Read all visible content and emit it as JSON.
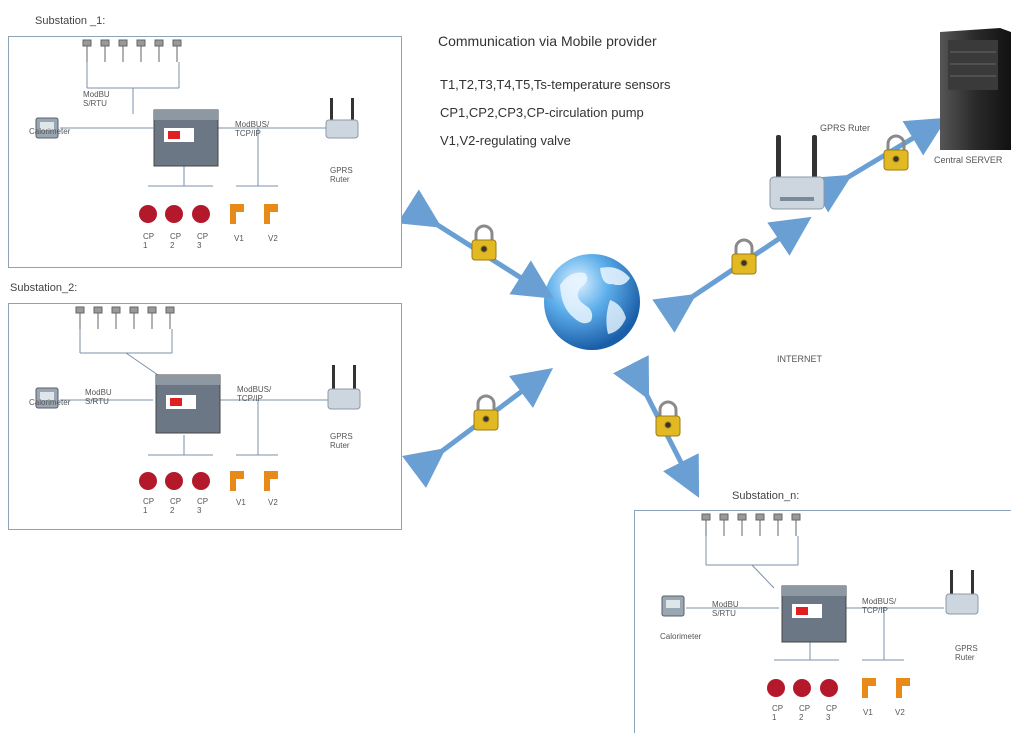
{
  "colors": {
    "box_border": "#8fa3b8",
    "arrow": "#6a9fd4",
    "pump_red": "#b3182b",
    "valve_orange": "#e88a1a",
    "lock_gold": "#e2b823"
  },
  "legend": {
    "heading": "Communication via Mobile provider",
    "line1": "T1,T2,T3,T4,T5,Ts-temperature sensors",
    "line2": "CP1,CP2,CP3,CP-circulation pump",
    "line3": "V1,V2-regulating valve"
  },
  "internet_label": "INTERNET",
  "server": {
    "label": "Central SERVER",
    "router_label": "GPRS Ruter"
  },
  "substations": [
    {
      "title": "Substation _1:"
    },
    {
      "title": "Substation_2:"
    },
    {
      "title": "Substation_n:"
    }
  ],
  "labels": {
    "calorimeter": "Calorimeter",
    "modbus_rtu": "ModBU S/RTU",
    "modbus_tcp": "ModBUS/ TCP/IP",
    "gprs": "GPRS Ruter",
    "cp": [
      "CP 1",
      "CP 2",
      "CP 3"
    ],
    "valves": [
      "V1",
      "V2"
    ]
  },
  "icons": [
    "temperature-sensor-icon",
    "calorimeter-icon",
    "controller-icon",
    "router-icon",
    "pump-icon",
    "valve-icon",
    "globe-icon",
    "lock-icon",
    "server-icon"
  ]
}
